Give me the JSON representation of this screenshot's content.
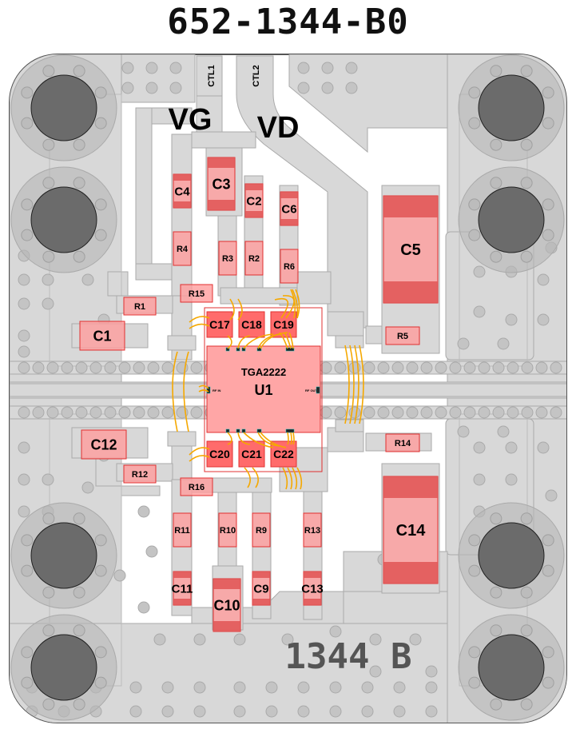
{
  "title": "652-1344-B0",
  "board": {
    "marking": "1344 B",
    "bias_labels": {
      "vg": "VG",
      "vd": "VD"
    },
    "control_labels": [
      "CTL1",
      "CTL2"
    ],
    "colors": {
      "board_outline": "#555555",
      "copper": "#d8d8d8",
      "copper_edge": "#aaaaaa",
      "via": "#c4c4c4",
      "mount_hole": "#6b6b6b",
      "component_fill": "#ff9e9e",
      "component_edge": "#e03030",
      "pad_dark": "#e05555",
      "bond_wire": "#f5a800"
    }
  },
  "chip": {
    "part_number": "TGA2222",
    "designator": "U1",
    "rf_in_label": "RF IN",
    "rf_out_label": "RF OUT"
  },
  "components": {
    "C1": "C1",
    "C2": "C2",
    "C3": "C3",
    "C4": "C4",
    "C5": "C5",
    "C6": "C6",
    "C9": "C9",
    "C10": "C10",
    "C11": "C11",
    "C12": "C12",
    "C13": "C13",
    "C14": "C14",
    "C17": "C17",
    "C18": "C18",
    "C19": "C19",
    "C20": "C20",
    "C21": "C21",
    "C22": "C22",
    "R1": "R1",
    "R2": "R2",
    "R3": "R3",
    "R4": "R4",
    "R5": "R5",
    "R6": "R6",
    "R9": "R9",
    "R10": "R10",
    "R11": "R11",
    "R12": "R12",
    "R13": "R13",
    "R14": "R14",
    "R15": "R15",
    "R16": "R16"
  }
}
